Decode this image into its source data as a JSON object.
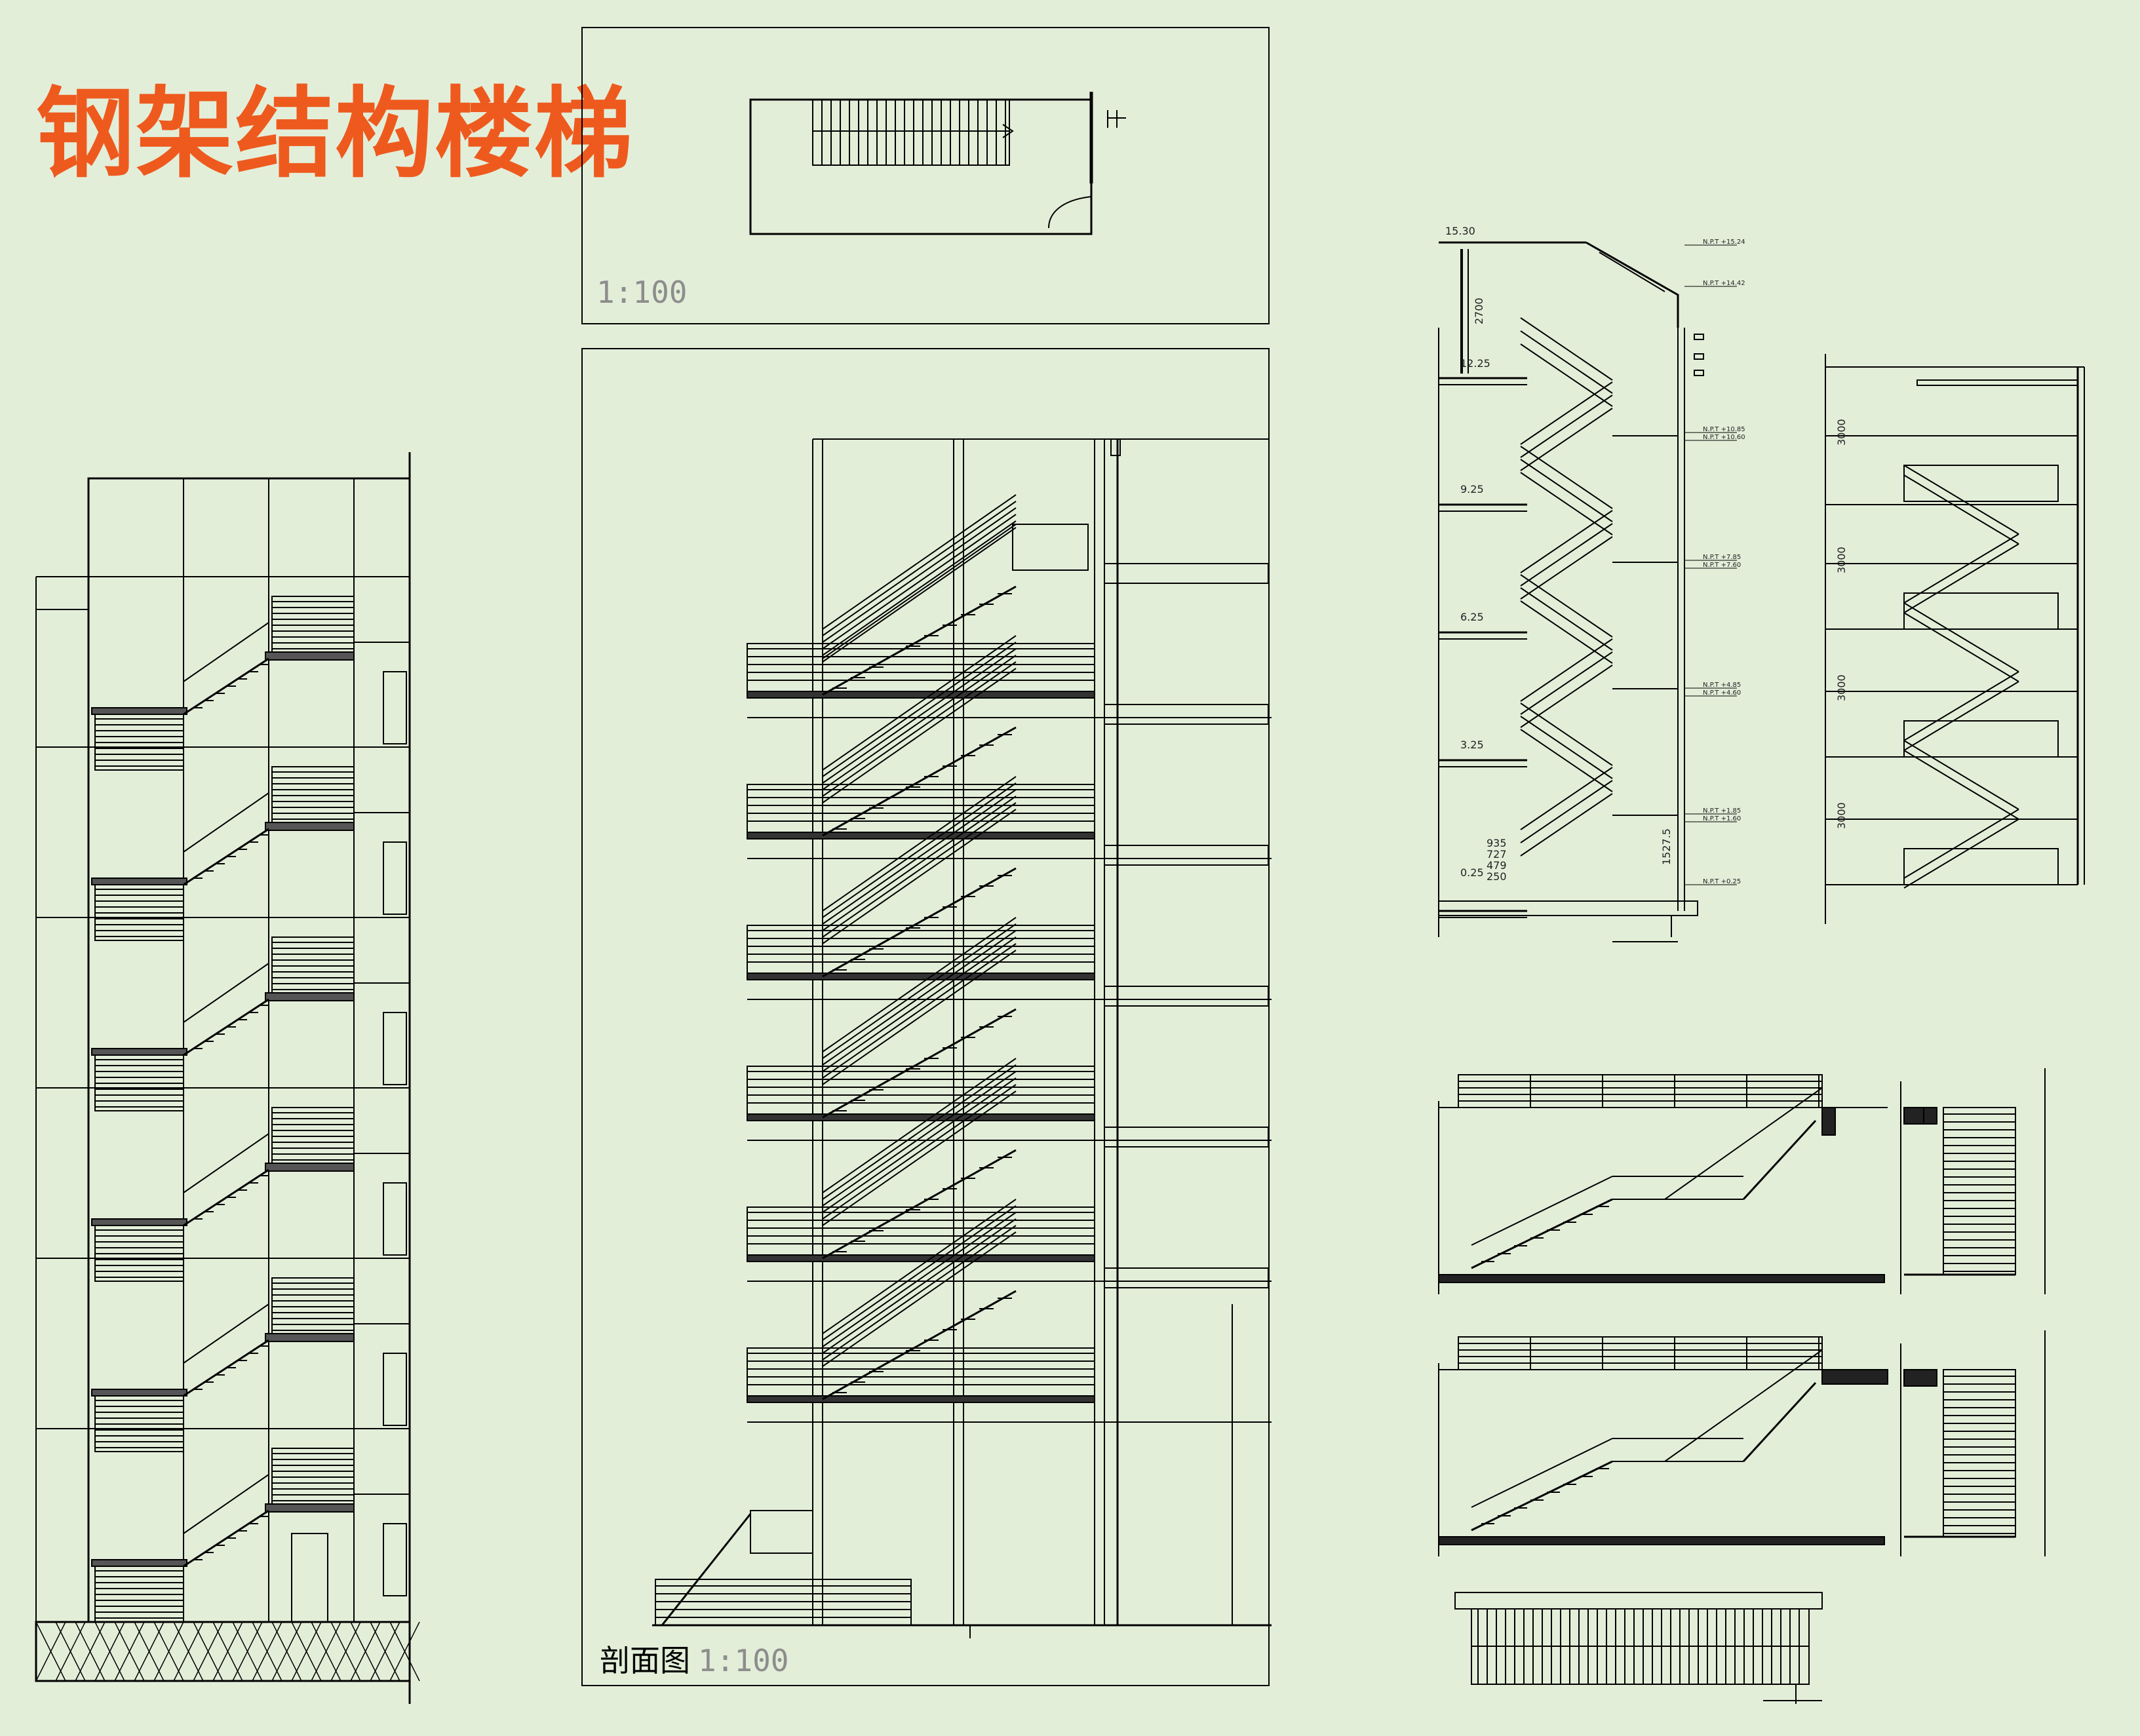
{
  "title": "钢架结构楼梯",
  "plan": {
    "scale_label": "1:100"
  },
  "section": {
    "name_label": "剖面图",
    "scale_label": "1:100"
  },
  "detail_section": {
    "top_level": "15.30",
    "top_dim": "2700",
    "levels": [
      "12.25",
      "9.25",
      "6.25",
      "3.25",
      "0.25"
    ],
    "base_dims": [
      "935",
      "727",
      "479",
      "250"
    ],
    "side_dim": "1527.5",
    "np_labels": [
      "N.P.T +15.24",
      "N.P.T +14.42",
      "N.P.T +10.85",
      "N.P.T +10.60",
      "N.P.T +7.85",
      "N.P.T +7.60",
      "N.P.T +4.85",
      "N.P.T +4.60",
      "N.P.T +1.85",
      "N.P.T +1.60",
      "N.P.T +0.25"
    ]
  },
  "detail_elevation": {
    "floor_dims": [
      "3000",
      "3000",
      "3000",
      "3000"
    ]
  },
  "colors": {
    "background": "#e3eed9",
    "title": "#ee5a1e",
    "line": "#000000"
  }
}
